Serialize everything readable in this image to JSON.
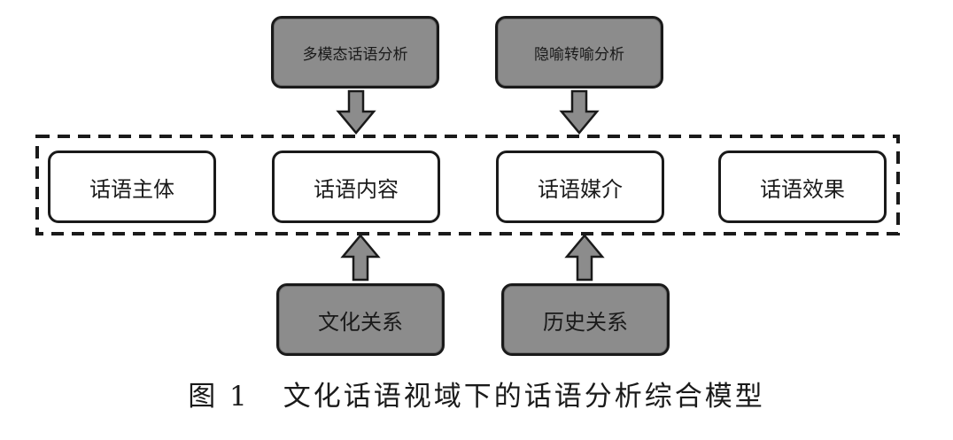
{
  "diagram": {
    "top_boxes": [
      {
        "label": "多模态话语分析"
      },
      {
        "label": "隐喻转喻分析"
      }
    ],
    "middle_boxes": [
      {
        "label": "话语主体"
      },
      {
        "label": "话语内容"
      },
      {
        "label": "话语媒介"
      },
      {
        "label": "话语效果"
      }
    ],
    "bottom_boxes": [
      {
        "label": "文化关系"
      },
      {
        "label": "历史关系"
      }
    ]
  },
  "caption": {
    "figure_number": "图 1",
    "title": "文化话语视域下的话语分析综合模型"
  },
  "colors": {
    "box_fill_gray": "#8c8c8c",
    "arrow_fill": "#8c8c8c",
    "stroke": "#1a1a1a"
  }
}
